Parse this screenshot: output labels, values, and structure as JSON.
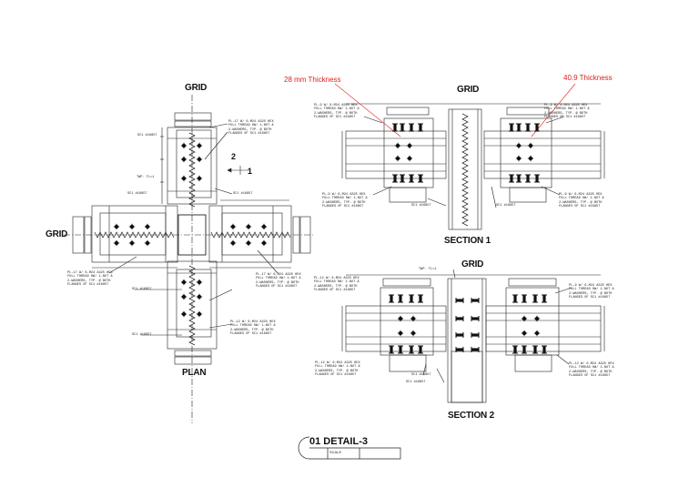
{
  "labels": {
    "grid": "GRID",
    "plan": "PLAN",
    "section1": "SECTION 1",
    "section2": "SECTION 2",
    "detail_title": "01 DETAIL-3",
    "detail_scale": "SCALE",
    "thickness_28": "28 mm Thickness",
    "thickness_40_9": "40.9 Thickness",
    "cut_2": "2",
    "cut_1": "1"
  },
  "notes": {
    "plate_a": "PL-17 W/ 6-M24 A325 HEX\nFULL THREAD 0W/ 1-NUT &\n2-WASHERS, TYP. @ BOTH\nFLANGES OF SC1 #16857",
    "plate_b": "PL-12 W/ 6-M24 A325 HEX\nFULL THREAD 0W/ 1-NUT &\n2-WASHERS, TYP. @ BOTH\nFLANGES OF SC1 #16857",
    "plate_c": "PL-9 W/ 6-M24 A325 HEX\nFULL THREAD 0W/ 1-NUT &\n2-WASHERS, TYP. @ BOTH\nFLANGES OF SC1 #16857",
    "sc1": "SC1 #16857",
    "twp": "TWP. TL=1"
  },
  "colors": {
    "ink": "#111111",
    "callout": "#e0201a"
  }
}
